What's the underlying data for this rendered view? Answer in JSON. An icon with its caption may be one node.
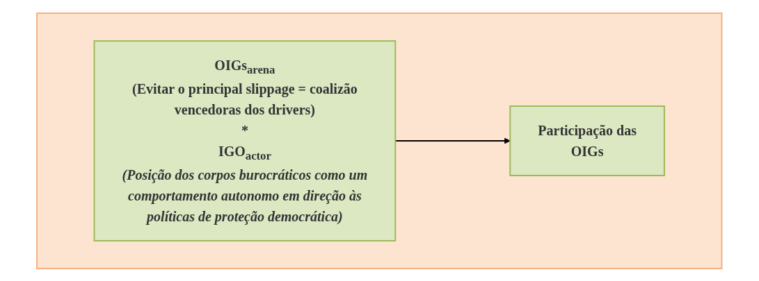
{
  "diagram": {
    "nodes": [
      {
        "text": [],
        "shape": "box"
      },
      {
        "text": [
          "OIGs$_{arena}$",
          "(Evitar o principal slippage = coalizão vencedoras dos drivers)",
          "*",
          "IGO$_{actor}$",
          "(Posição dos corpos burocráticos como um comportamento autonomo em direção às políticas de proteção democrática)"
        ],
        "in": 0
      },
      {
        "text": [
          "Participação das OIGs"
        ],
        "in": 0
      }
    ],
    "edges": [
      {
        "from": 1,
        "to": 2,
        "arrow": "to"
      }
    ]
  }
}
